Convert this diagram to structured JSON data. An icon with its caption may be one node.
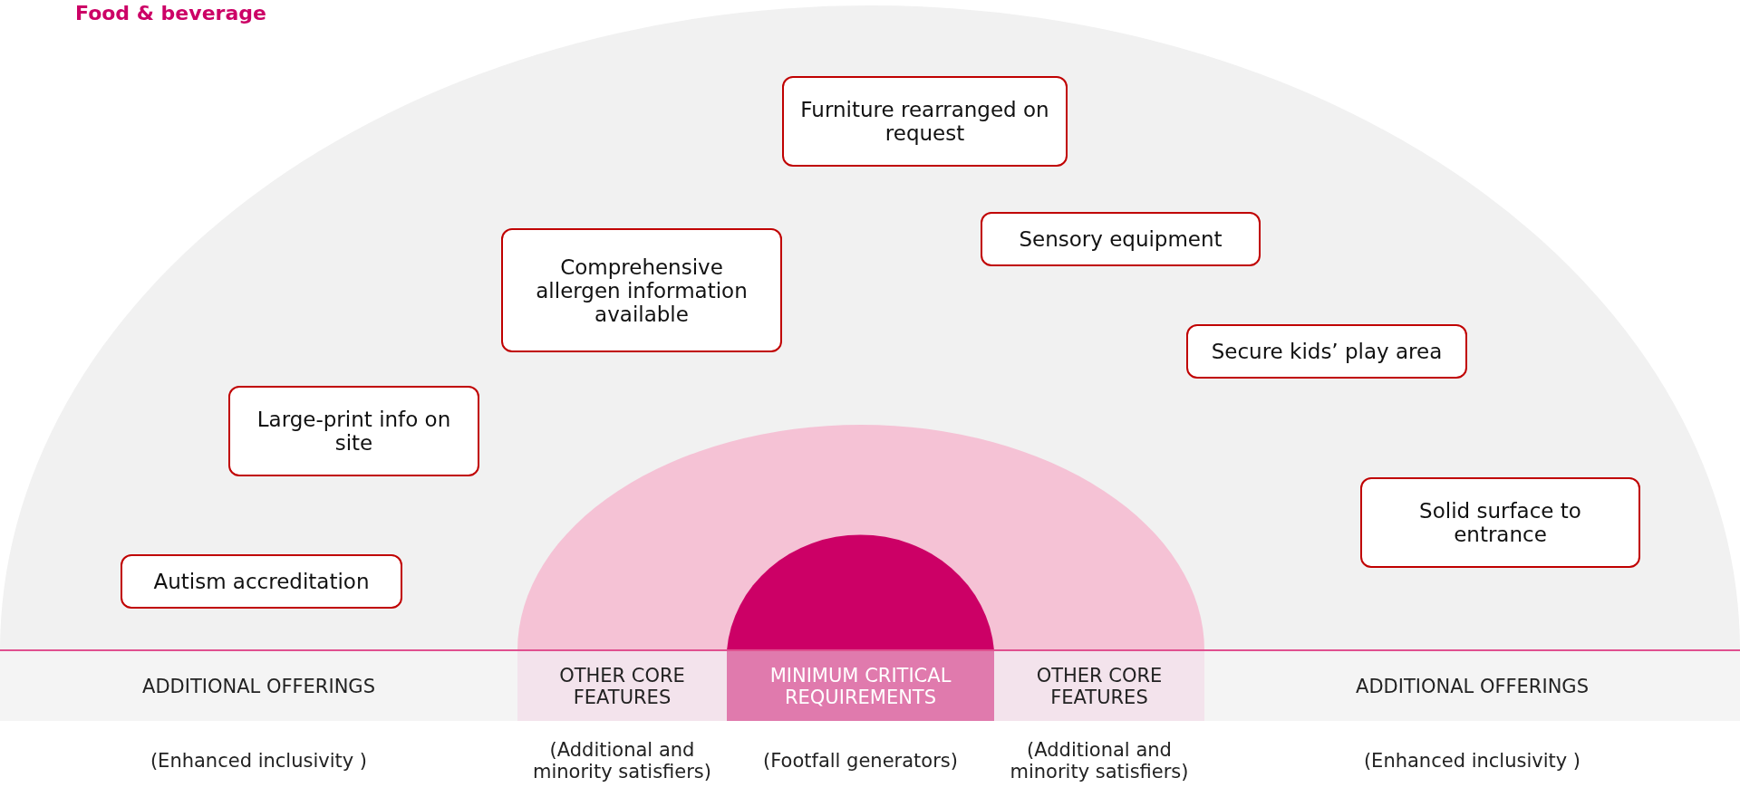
{
  "diagram": {
    "title": "Food & beverage",
    "nodes": [
      {
        "text": [
          "Furniture rearranged on request"
        ]
      },
      {
        "text": [
          "Sensory equipment"
        ]
      },
      {
        "text": [
          "Comprehensive allergen information available"
        ]
      },
      {
        "text": [
          "Secure kids’ play area"
        ]
      },
      {
        "text": [
          "Large-print info on site"
        ]
      },
      {
        "text": [
          "Solid surface to entrance"
        ]
      },
      {
        "text": [
          "Autism accreditation"
        ]
      }
    ],
    "labels": [
      "ADDITIONAL OFFERINGS",
      "OTHER CORE FEATURES",
      "MINIMUM CRITICAL REQUIREMENTS",
      "OTHER CORE FEATURES",
      "ADDITIONAL OFFERINGS",
      "(Enhanced inclusivity )",
      "(Additional and minority satisfiers)",
      "(Footfall generators)",
      "(Additional and minority satisfiers)",
      "(Enhanced inclusivity )"
    ]
  }
}
